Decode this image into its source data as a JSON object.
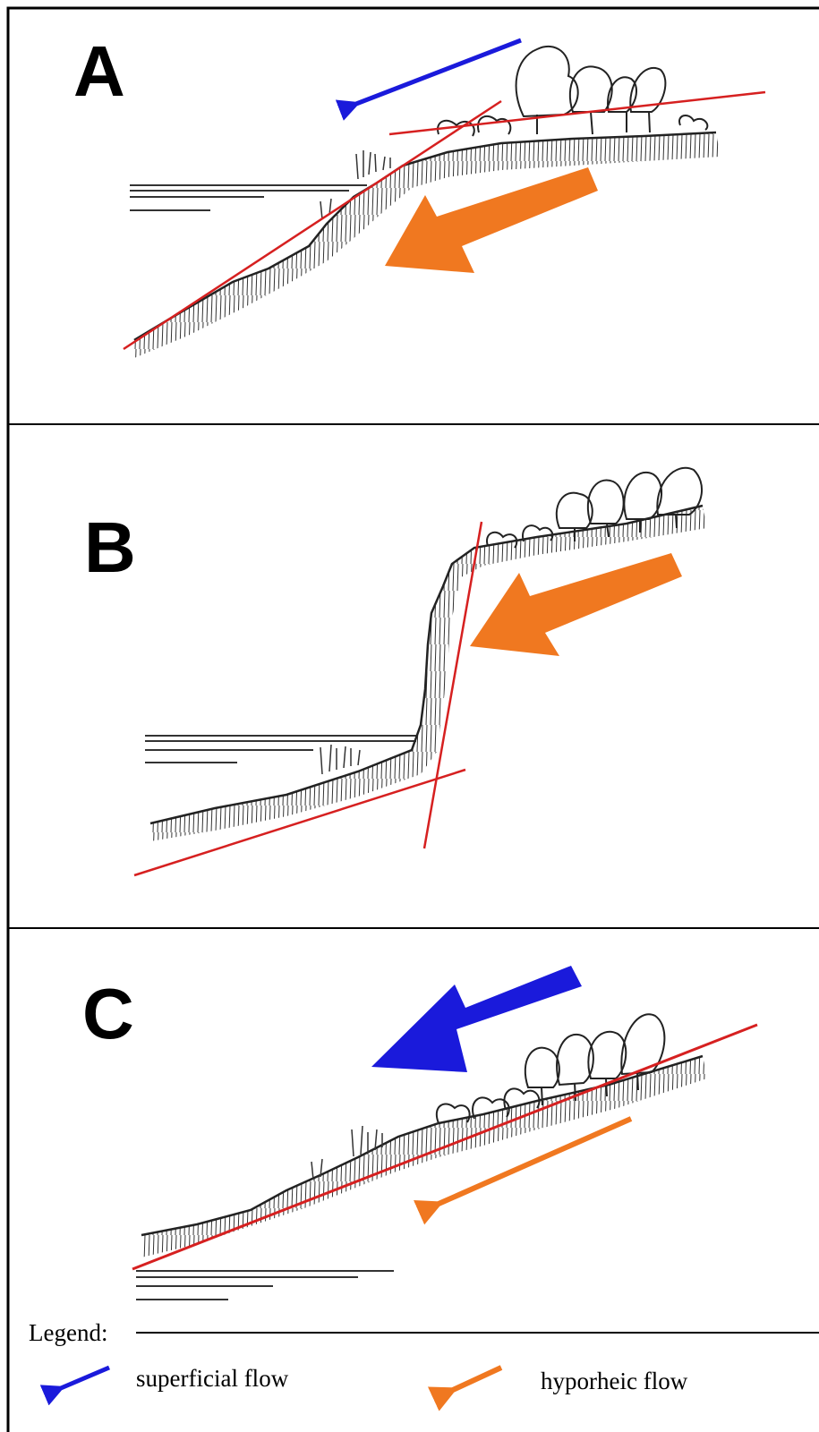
{
  "panels": [
    {
      "label": "A"
    },
    {
      "label": "B"
    },
    {
      "label": "C"
    }
  ],
  "legend": {
    "title": "Legend:",
    "items": [
      {
        "text": "superficial flow",
        "color": "#1a1adb",
        "icon": "blue-arrow-icon"
      },
      {
        "text": "hyporheic flow",
        "color": "#f07820",
        "icon": "orange-arrow-icon"
      }
    ]
  },
  "colors": {
    "slope_line": "#d62020",
    "superficial_flow": "#1a1adb",
    "hyporheic_flow": "#f07820",
    "ink": "#222222",
    "border": "#000000"
  }
}
